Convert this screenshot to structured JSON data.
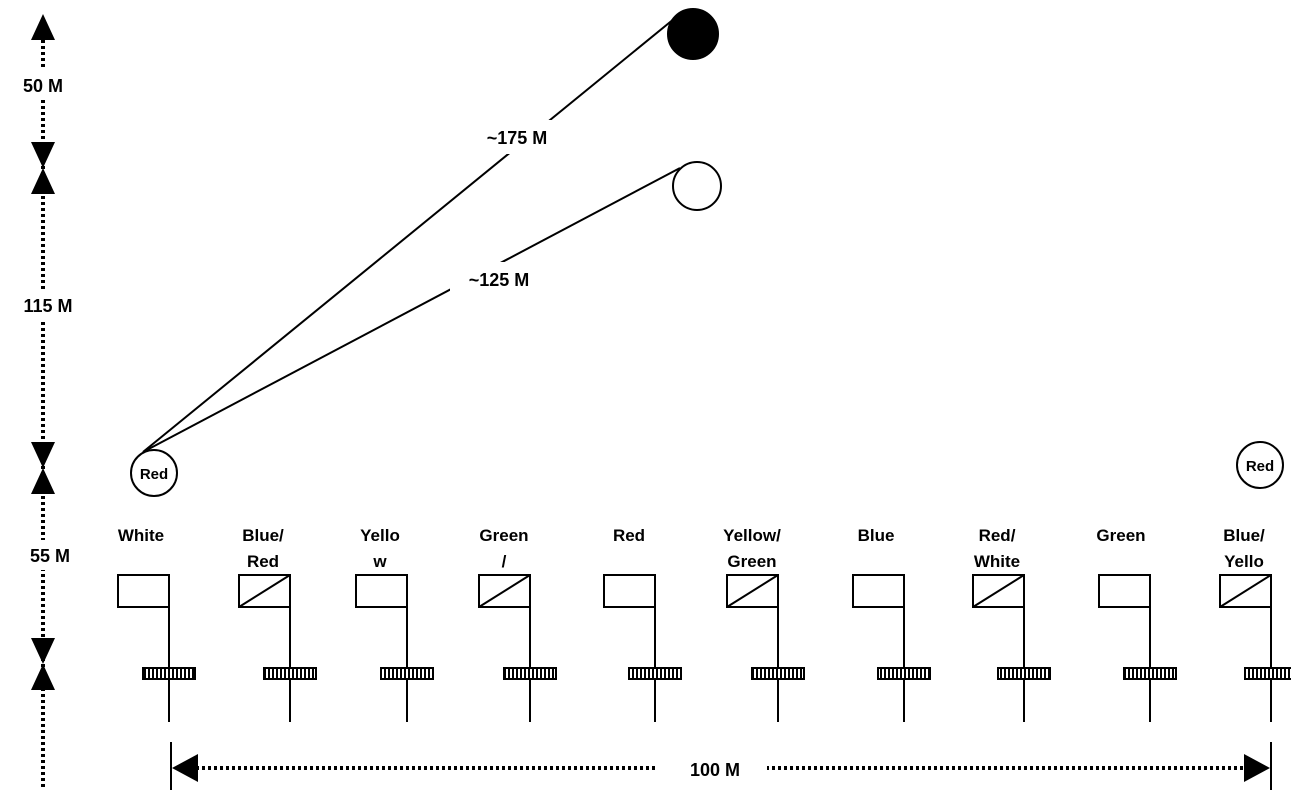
{
  "vertical_distances": {
    "segment_1": "50 M",
    "segment_2": "115 M",
    "segment_3": "55 M"
  },
  "horizontal_distance": "100 M",
  "target_lines": {
    "far": "~175 M",
    "near": "~125 M"
  },
  "targets": {
    "far": "filled",
    "near": "open"
  },
  "corner_markers": {
    "left": "Red",
    "right": "Red"
  },
  "flags": [
    {
      "line1": "White",
      "line2": "",
      "diagonal": false
    },
    {
      "line1": "Blue/",
      "line2": "Red",
      "diagonal": true
    },
    {
      "line1": "Yello",
      "line2": "w",
      "diagonal": false
    },
    {
      "line1": "Green",
      "line2": "/",
      "diagonal": true
    },
    {
      "line1": "Red",
      "line2": "",
      "diagonal": false
    },
    {
      "line1": "Yellow/",
      "line2": "Green",
      "diagonal": true
    },
    {
      "line1": "Blue",
      "line2": "",
      "diagonal": false
    },
    {
      "line1": "Red/",
      "line2": "White",
      "diagonal": true
    },
    {
      "line1": "Green",
      "line2": "",
      "diagonal": false
    },
    {
      "line1": "Blue/",
      "line2": "Yello",
      "diagonal": true
    }
  ]
}
